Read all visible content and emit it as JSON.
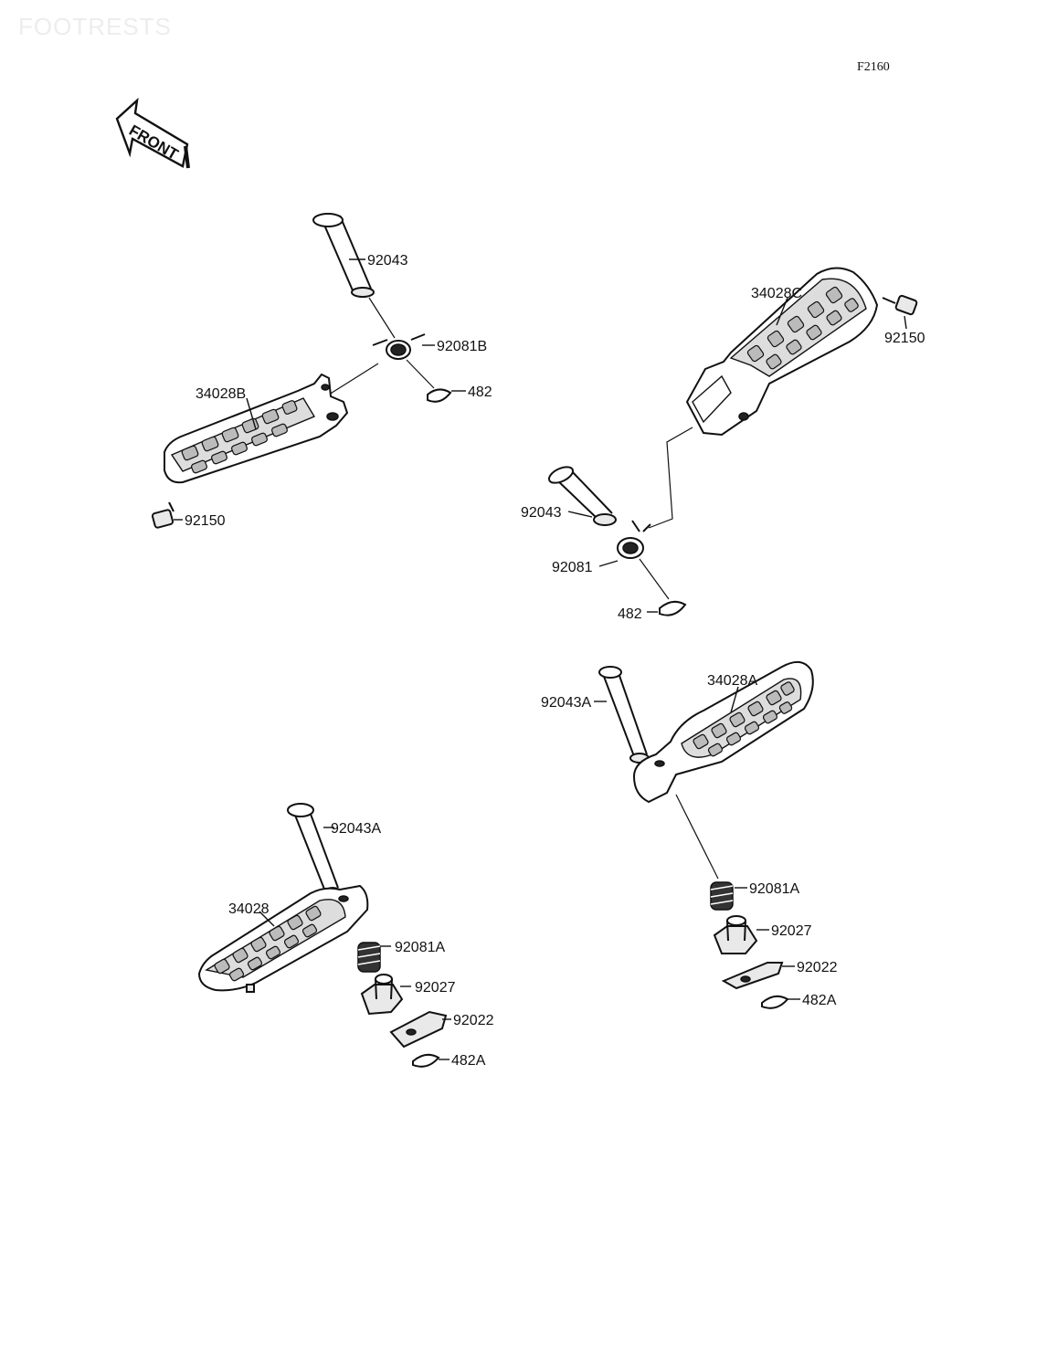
{
  "watermark": "FOOTRESTS",
  "figure_code": "F2160",
  "front_arrow_label": "FRONT",
  "labels": {
    "a_92043": "92043",
    "a_92081b": "92081B",
    "a_482": "482",
    "a_34028b": "34028B",
    "a_92150": "92150",
    "b_34028c": "34028C",
    "b_92150": "92150",
    "b_92043": "92043",
    "b_92081": "92081",
    "b_482": "482",
    "c_92043a": "92043A",
    "c_34028": "34028",
    "c_92081a": "92081A",
    "c_92027": "92027",
    "c_92022": "92022",
    "c_482a": "482A",
    "d_92043a": "92043A",
    "d_34028a": "34028A",
    "d_92081a": "92081A",
    "d_92027": "92027",
    "d_92022": "92022",
    "d_482a": "482A"
  }
}
